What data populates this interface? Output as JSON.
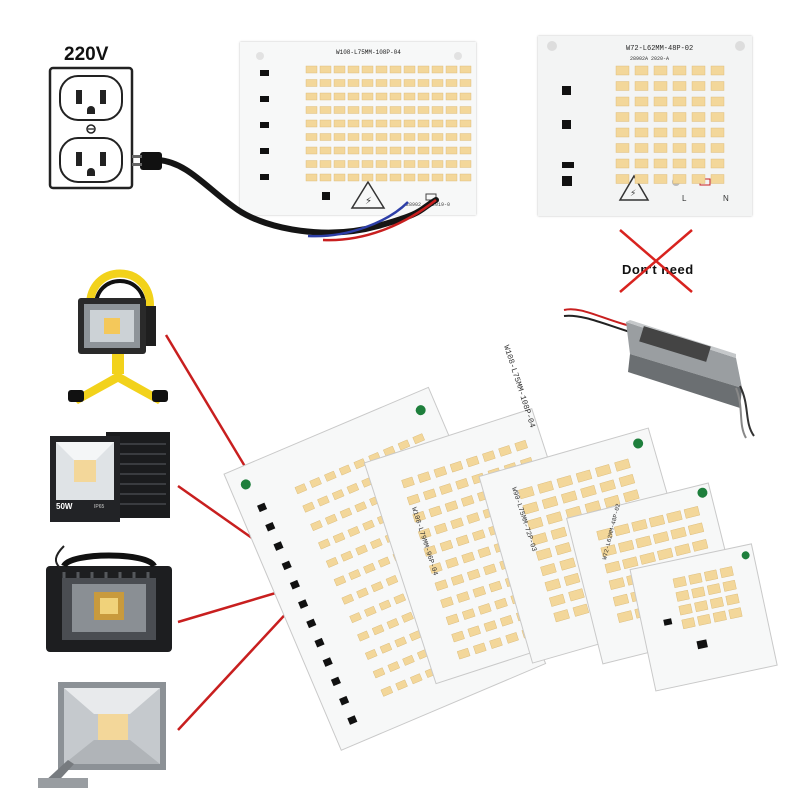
{
  "outlet": {
    "voltage_label": "220V"
  },
  "board_top_left": {
    "model": "W108-L75MM-108P-04",
    "serial": "28902",
    "date": "2019-0"
  },
  "board_top_right": {
    "model": "W72-L62MM-48P-02",
    "serial_date": "28902A  2020-A",
    "pin_l": "L",
    "pin_n": "N"
  },
  "driver_note": {
    "text": "Don't need"
  },
  "boards_front": {
    "b1_model": "W108-L75MM-108P-04",
    "b2_model": "W108-L79MM-96P-04",
    "b3_model": "W90-L75MM-72P-03",
    "b4_model": "W72-L62MM-48P-02"
  },
  "lamps": {
    "lamp2_badge": "50W",
    "lamp2_ip": "IP65"
  },
  "colors": {
    "led_yellow": "#f3d79a",
    "pcb_white": "#f7f8f8",
    "cross_red": "#d8231f",
    "connector_red": "#c81f1f",
    "lamp_yellow": "#f2d21b"
  }
}
